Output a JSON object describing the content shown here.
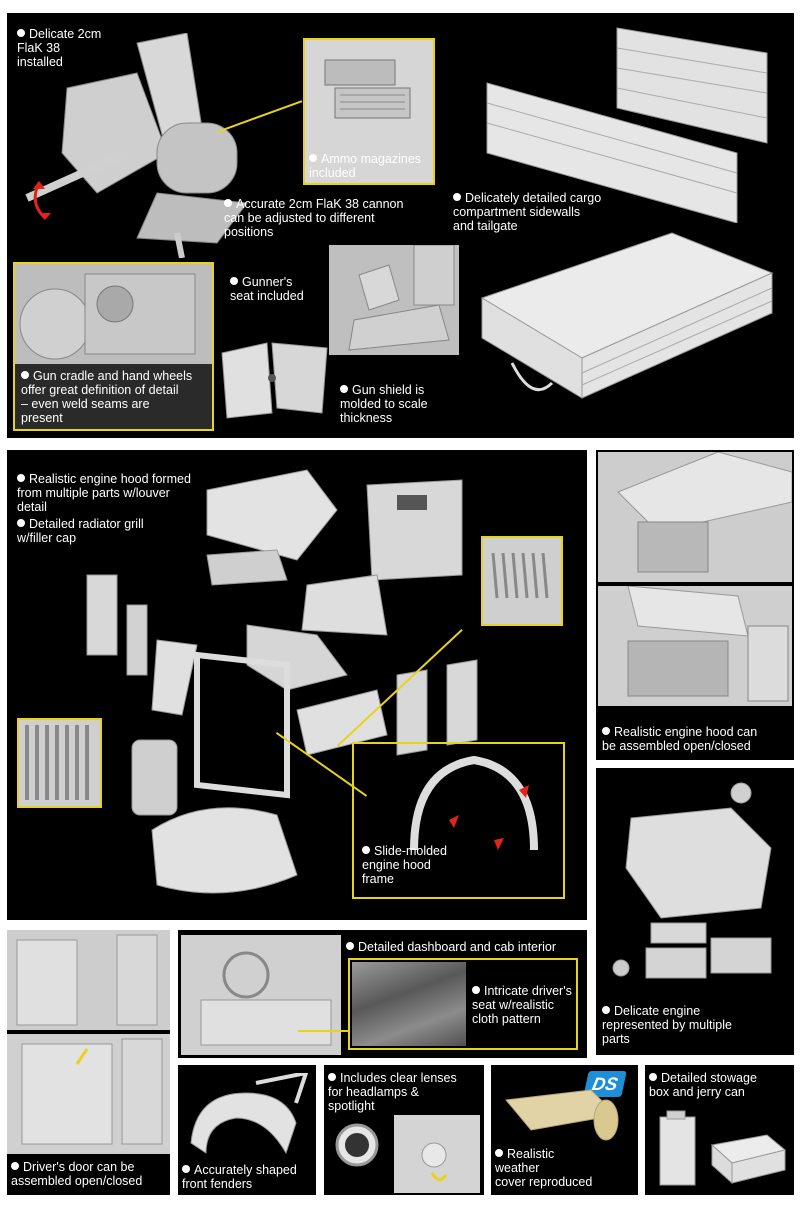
{
  "top_panel": {
    "captions": {
      "flak_installed": "Delicate 2cm\nFlaK 38\ninstalled",
      "ammo": "Ammo magazines\nincluded",
      "cannon": "Accurate 2cm FlaK 38 cannon\ncan be adjusted to different\npositions",
      "cargo": "Delicately detailed cargo\ncompartment sidewalls\nand tailgate",
      "cradle": "Gun cradle and hand wheels\noffer great definition of detail\n– even weld seams are\npresent",
      "seat": "Gunner's\nseat included",
      "shield": "Gun shield is\nmolded to scale\nthickness"
    }
  },
  "mid_panel": {
    "captions": {
      "hood": "Realistic engine hood formed\nfrom multiple parts w/louver\ndetail",
      "grill": "Detailed radiator grill\nw/filler cap",
      "frame": "Slide-molded\nengine hood\nframe"
    }
  },
  "side_panels": {
    "hood_open": "Realistic engine hood can\nbe assembled open/closed",
    "engine": "Delicate engine\nrepresented by multiple\nparts"
  },
  "bottom_panels": {
    "door": "Driver's door can be\nassembled open/closed",
    "dashboard": "Detailed dashboard and cab interior",
    "seat_cloth": "Intricate driver's\nseat w/realistic\ncloth pattern",
    "fenders": "Accurately shaped\nfront fenders",
    "lenses": "Includes clear lenses\nfor headlamps &\nspotlight",
    "weather": "Realistic\nweather\ncover reproduced",
    "ds_logo": "DS",
    "stowage": "Detailed stowage\nbox and jerry can"
  },
  "colors": {
    "accent": "#e8d21c",
    "marker": "#e2231a",
    "logo": "#1e8fd6"
  }
}
